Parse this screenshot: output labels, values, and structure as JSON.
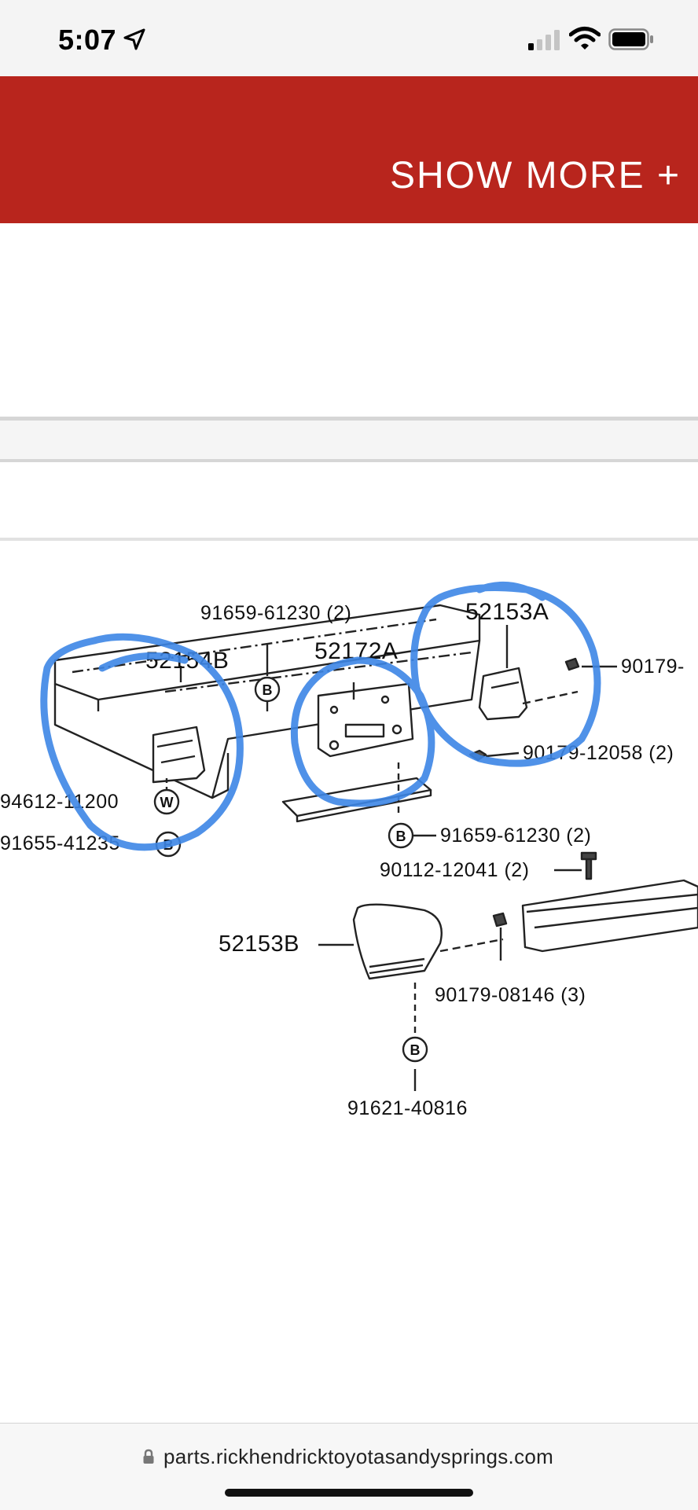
{
  "status_bar": {
    "time": "5:07",
    "icons": [
      "location-arrow-icon",
      "cellular-signal-icon",
      "wifi-icon",
      "battery-icon"
    ]
  },
  "banner": {
    "show_more": "SHOW MORE +",
    "color": "#b8251d"
  },
  "diagram": {
    "labels": {
      "p91659_top": "91659-61230 (2)",
      "p52153A": "52153A",
      "p52154B": "52154B",
      "p52172A": "52172A",
      "p90179_right": "90179-",
      "p90179_12058": "90179-12058 (2)",
      "p94612": "94612-11200",
      "p91655": "91655-41235",
      "p91659_mid": "91659-61230 (2)",
      "p90112": "90112-12041 (2)",
      "p52153B": "52153B",
      "p90179_08146": "90179-08146 (3)",
      "p91621": "91621-40816"
    },
    "circle_marks": {
      "b": "B",
      "w": "W"
    },
    "annotation_color": "#3d86e6"
  },
  "browser": {
    "url": "parts.rickhendricktoyotasandysprings.com"
  }
}
